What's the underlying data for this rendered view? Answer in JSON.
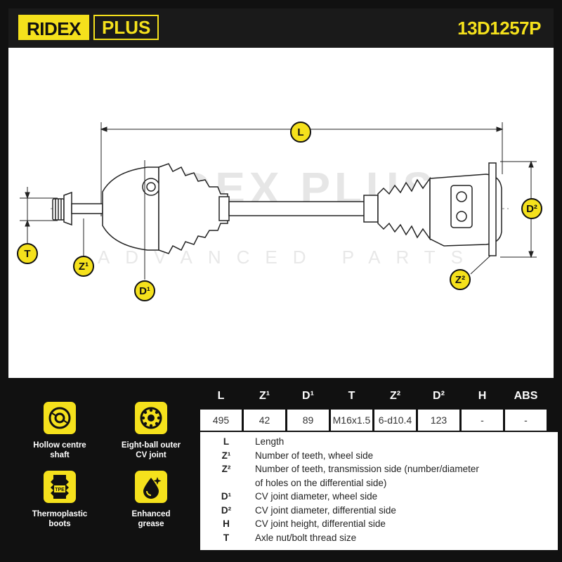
{
  "header": {
    "brand": "RIDEX",
    "plus": "PLUS",
    "part_number": "13D1257P"
  },
  "drawing": {
    "watermark_top": "RIDEX PLUS",
    "watermark_bottom": "ADVANCED PARTS",
    "labels": {
      "L": "L",
      "T": "T",
      "Z1": "Z¹",
      "D1": "D¹",
      "D2": "D²",
      "Z2": "Z²"
    }
  },
  "features": [
    {
      "icon": "hollow-shaft-icon",
      "label_line1": "Hollow centre",
      "label_line2": "shaft"
    },
    {
      "icon": "ball-joint-icon",
      "label_line1": "Eight-ball outer",
      "label_line2": "CV joint"
    },
    {
      "icon": "tpe-boot-icon",
      "label_line1": "Thermoplastic",
      "label_line2": "boots",
      "icon_text": "TPE"
    },
    {
      "icon": "grease-icon",
      "label_line1": "Enhanced",
      "label_line2": "grease"
    }
  ],
  "spec_table": {
    "headers": [
      "L",
      "Z¹",
      "D¹",
      "T",
      "Z²",
      "D²",
      "H",
      "ABS"
    ],
    "values": [
      "495",
      "42",
      "89",
      "M16x1.5",
      "6-d10.4",
      "123",
      "-",
      "-"
    ]
  },
  "legend": [
    {
      "symbol": "L",
      "description": "Length"
    },
    {
      "symbol": "Z¹",
      "description": "Number of teeth, wheel side"
    },
    {
      "symbol": "Z²",
      "description": "Number of teeth, transmission side (number/diameter"
    },
    {
      "symbol": "",
      "description": "of holes on the differential side)"
    },
    {
      "symbol": "D¹",
      "description": "CV joint diameter, wheel side"
    },
    {
      "symbol": "D²",
      "description": "CV joint diameter, differential side"
    },
    {
      "symbol": "H",
      "description": "CV joint height, differential side"
    },
    {
      "symbol": "T",
      "description": "Axle nut/bolt thread size"
    }
  ],
  "colors": {
    "accent": "#f5e11c",
    "dark": "#111111",
    "panel": "#1a1a1a"
  }
}
